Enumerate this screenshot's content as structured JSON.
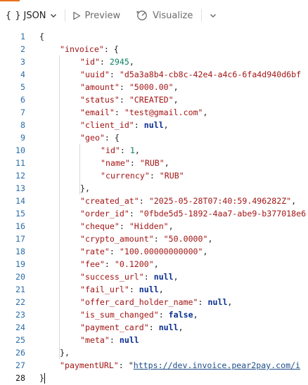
{
  "toolbar": {
    "json_label": "JSON",
    "json_brace": "{ }",
    "preview_label": "Preview",
    "visualize_label": "Visualize"
  },
  "editor": {
    "lines": [
      [
        [
          "p",
          "{"
        ]
      ],
      [
        [
          "k",
          "\"invoice\""
        ],
        [
          "p",
          ": {"
        ]
      ],
      [
        [
          "k",
          "\"id\""
        ],
        [
          "p",
          ": "
        ],
        [
          "n",
          "2945"
        ],
        [
          "p",
          ","
        ]
      ],
      [
        [
          "k",
          "\"uuid\""
        ],
        [
          "p",
          ": "
        ],
        [
          "s",
          "\"d5a3a8b4-cb8c-42e4-a4c6-6fa4d940d6bf"
        ]
      ],
      [
        [
          "k",
          "\"amount\""
        ],
        [
          "p",
          ": "
        ],
        [
          "s",
          "\"5000.00\""
        ],
        [
          "p",
          ","
        ]
      ],
      [
        [
          "k",
          "\"status\""
        ],
        [
          "p",
          ": "
        ],
        [
          "s",
          "\"CREATED\""
        ],
        [
          "p",
          ","
        ]
      ],
      [
        [
          "k",
          "\"email\""
        ],
        [
          "p",
          ": "
        ],
        [
          "s",
          "\"test@gmail.com\""
        ],
        [
          "p",
          ","
        ]
      ],
      [
        [
          "k",
          "\"client_id\""
        ],
        [
          "p",
          ": "
        ],
        [
          "b",
          "null"
        ],
        [
          "p",
          ","
        ]
      ],
      [
        [
          "k",
          "\"geo\""
        ],
        [
          "p",
          ": {"
        ]
      ],
      [
        [
          "k",
          "\"id\""
        ],
        [
          "p",
          ": "
        ],
        [
          "n",
          "1"
        ],
        [
          "p",
          ","
        ]
      ],
      [
        [
          "k",
          "\"name\""
        ],
        [
          "p",
          ": "
        ],
        [
          "s",
          "\"RUB\""
        ],
        [
          "p",
          ","
        ]
      ],
      [
        [
          "k",
          "\"currency\""
        ],
        [
          "p",
          ": "
        ],
        [
          "s",
          "\"RUB\""
        ]
      ],
      [
        [
          "p",
          "},"
        ]
      ],
      [
        [
          "k",
          "\"created_at\""
        ],
        [
          "p",
          ": "
        ],
        [
          "s",
          "\"2025-05-28T07:40:59.496282Z\""
        ],
        [
          "p",
          ","
        ]
      ],
      [
        [
          "k",
          "\"order_id\""
        ],
        [
          "p",
          ": "
        ],
        [
          "s",
          "\"0fbde5d5-1892-4aa7-abe9-b377018e6"
        ]
      ],
      [
        [
          "k",
          "\"cheque\""
        ],
        [
          "p",
          ": "
        ],
        [
          "s",
          "\"Hidden\""
        ],
        [
          "p",
          ","
        ]
      ],
      [
        [
          "k",
          "\"crypto_amount\""
        ],
        [
          "p",
          ": "
        ],
        [
          "s",
          "\"50.0000\""
        ],
        [
          "p",
          ","
        ]
      ],
      [
        [
          "k",
          "\"rate\""
        ],
        [
          "p",
          ": "
        ],
        [
          "s",
          "\"100.00000000000\""
        ],
        [
          "p",
          ","
        ]
      ],
      [
        [
          "k",
          "\"fee\""
        ],
        [
          "p",
          ": "
        ],
        [
          "s",
          "\"0.1200\""
        ],
        [
          "p",
          ","
        ]
      ],
      [
        [
          "k",
          "\"success_url\""
        ],
        [
          "p",
          ": "
        ],
        [
          "b",
          "null"
        ],
        [
          "p",
          ","
        ]
      ],
      [
        [
          "k",
          "\"fail_url\""
        ],
        [
          "p",
          ": "
        ],
        [
          "b",
          "null"
        ],
        [
          "p",
          ","
        ]
      ],
      [
        [
          "k",
          "\"offer_card_holder_name\""
        ],
        [
          "p",
          ": "
        ],
        [
          "b",
          "null"
        ],
        [
          "p",
          ","
        ]
      ],
      [
        [
          "k",
          "\"is_sum_changed\""
        ],
        [
          "p",
          ": "
        ],
        [
          "b",
          "false"
        ],
        [
          "p",
          ","
        ]
      ],
      [
        [
          "k",
          "\"payment_card\""
        ],
        [
          "p",
          ": "
        ],
        [
          "b",
          "null"
        ],
        [
          "p",
          ","
        ]
      ],
      [
        [
          "k",
          "\"meta\""
        ],
        [
          "p",
          ": "
        ],
        [
          "b",
          "null"
        ]
      ],
      [
        [
          "p",
          "},"
        ]
      ],
      [
        [
          "k",
          "\"paymentURL\""
        ],
        [
          "p",
          ": \""
        ],
        [
          "l",
          "https://dev.invoice.pear2pay.com/i"
        ]
      ],
      [
        [
          "p",
          "}"
        ]
      ]
    ]
  }
}
